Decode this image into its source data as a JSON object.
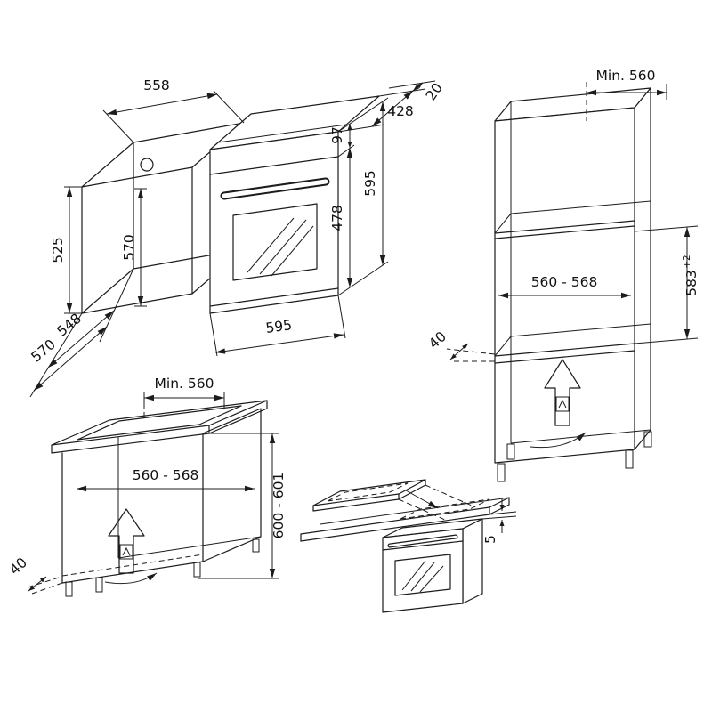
{
  "figure": {
    "bg_color": "#ffffff",
    "line_color": "#1c1c1c"
  },
  "oven_view": {
    "dims": {
      "niche_width": "558",
      "body_depth": "428",
      "overhang": "20",
      "panel_height": "97",
      "door_height": "478",
      "height": "595",
      "niche_height": "525",
      "inner_clearance": "570",
      "depth_body": "548",
      "depth_total": "570",
      "width": "595"
    }
  },
  "tall_unit_view": {
    "dims": {
      "min_depth": "Min. 560",
      "niche_width": "560 - 568",
      "niche_height": "583",
      "niche_height_tol": "+2",
      "vent_gap": "40"
    }
  },
  "base_unit_view": {
    "dims": {
      "min_depth": "Min. 560",
      "niche_width": "560 - 568",
      "niche_height": "600 - 601",
      "vent_gap": "40"
    }
  },
  "undercounter_view": {
    "dims": {
      "hob_clearance": "5"
    }
  }
}
